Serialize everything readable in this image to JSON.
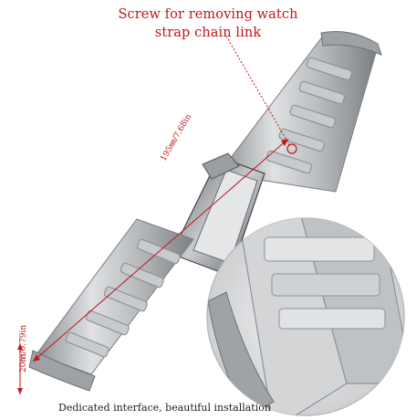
{
  "callout": {
    "line1": "Screw for removing watch",
    "line2": "strap chain link"
  },
  "dimensions": {
    "length": "195㎜/7.68in",
    "width": "20㎜/0.79in"
  },
  "caption": "Dedicated interface, beautiful installation",
  "colors": {
    "accent": "#c0161b",
    "steel_light": "#d9dbdd",
    "steel_mid": "#a8abae",
    "steel_dark": "#6e7276"
  }
}
